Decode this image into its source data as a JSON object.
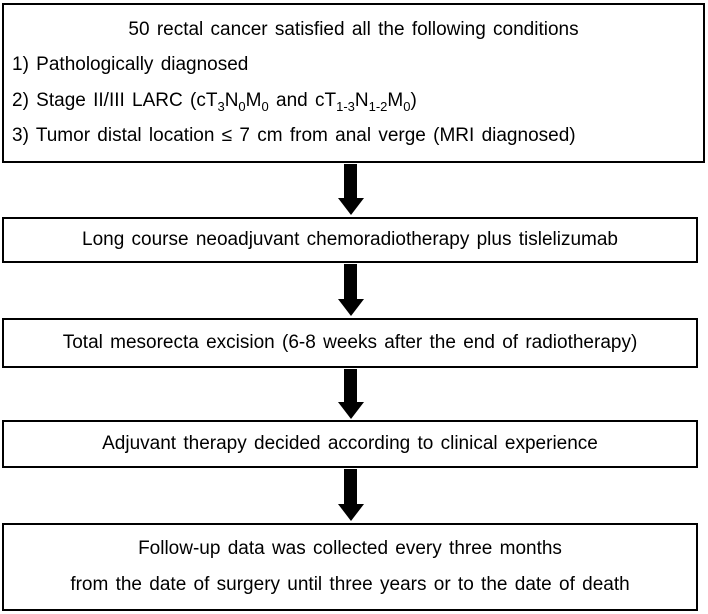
{
  "colors": {
    "border": "#000000",
    "background": "#ffffff",
    "text": "#000000"
  },
  "flowchart": {
    "box1": {
      "title": "50 rectal cancer satisfied all the following conditions",
      "item1": "1) Pathologically diagnosed",
      "item2": {
        "p1": "2) Stage II/III LARC (cT",
        "s1": "3",
        "p2": "N",
        "s2": "0",
        "p3": "M",
        "s3": "0",
        "p4": " and cT",
        "s4": "1-3",
        "p5": "N",
        "s5": "1-2",
        "p6": "M",
        "s6": "0",
        "p7": ")"
      },
      "item3": "3) Tumor distal location ≤ 7 cm from anal verge (MRI diagnosed)"
    },
    "box2": {
      "text": "Long course neoadjuvant chemoradiotherapy plus tislelizumab"
    },
    "box3": {
      "text": "Total mesorecta excision (6-8 weeks after the end of radiotherapy)"
    },
    "box4": {
      "text": "Adjuvant therapy decided according to clinical experience"
    },
    "box5": {
      "line1": "Follow-up data was collected every three months",
      "line2": "from the date of surgery until three years or to the date of death"
    }
  }
}
